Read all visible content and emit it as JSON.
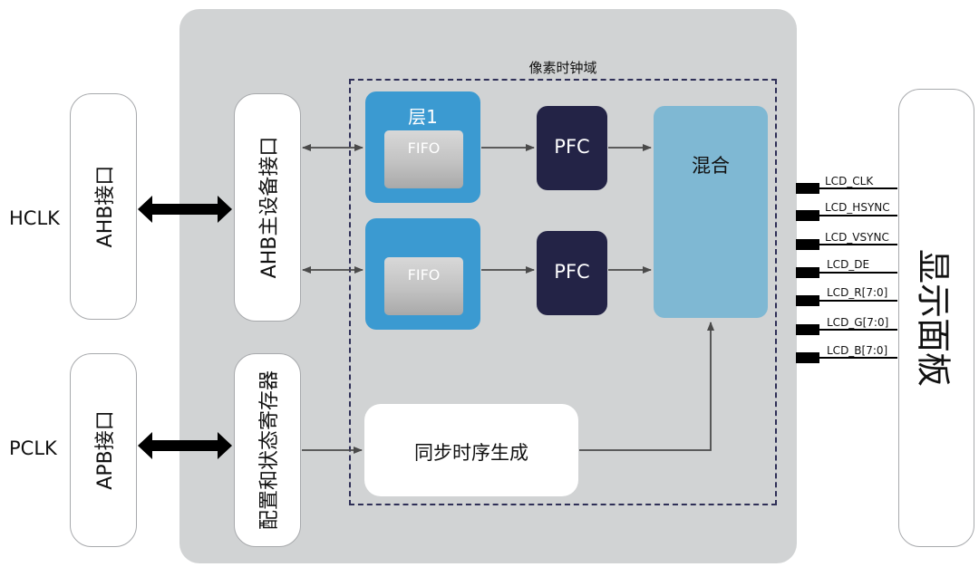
{
  "diagram": {
    "hclk_label": "HCLK",
    "pclk_label": "PCLK",
    "ahb_interface": "AHB接口",
    "apb_interface": "APB接口",
    "ahb_master_interface": "AHB主设备接口",
    "config_status_registers": "配置和状态寄存器",
    "pixel_clock_domain": "像素时钟域",
    "layer1_title": "层1",
    "layer2_title": "",
    "fifo1": "FIFO",
    "fifo2": "FIFO",
    "pfc1": "PFC",
    "pfc2": "PFC",
    "blending": "混合",
    "sync_timing": "同步时序生成",
    "display_panel": "显示面板",
    "signals": [
      "LCD_CLK",
      "LCD_HSYNC",
      "LCD_VSYNC",
      "LCD_DE",
      "LCD_R[7:0]",
      "LCD_G[7:0]",
      "LCD_B[7:0]"
    ],
    "colors": {
      "panel_grey": "#d1d3d4",
      "layer_blue": "#3b9ad1",
      "pfc_navy": "#232346",
      "blend_blue": "#7fb8d3",
      "dashed_border": "#2f2f57"
    }
  }
}
